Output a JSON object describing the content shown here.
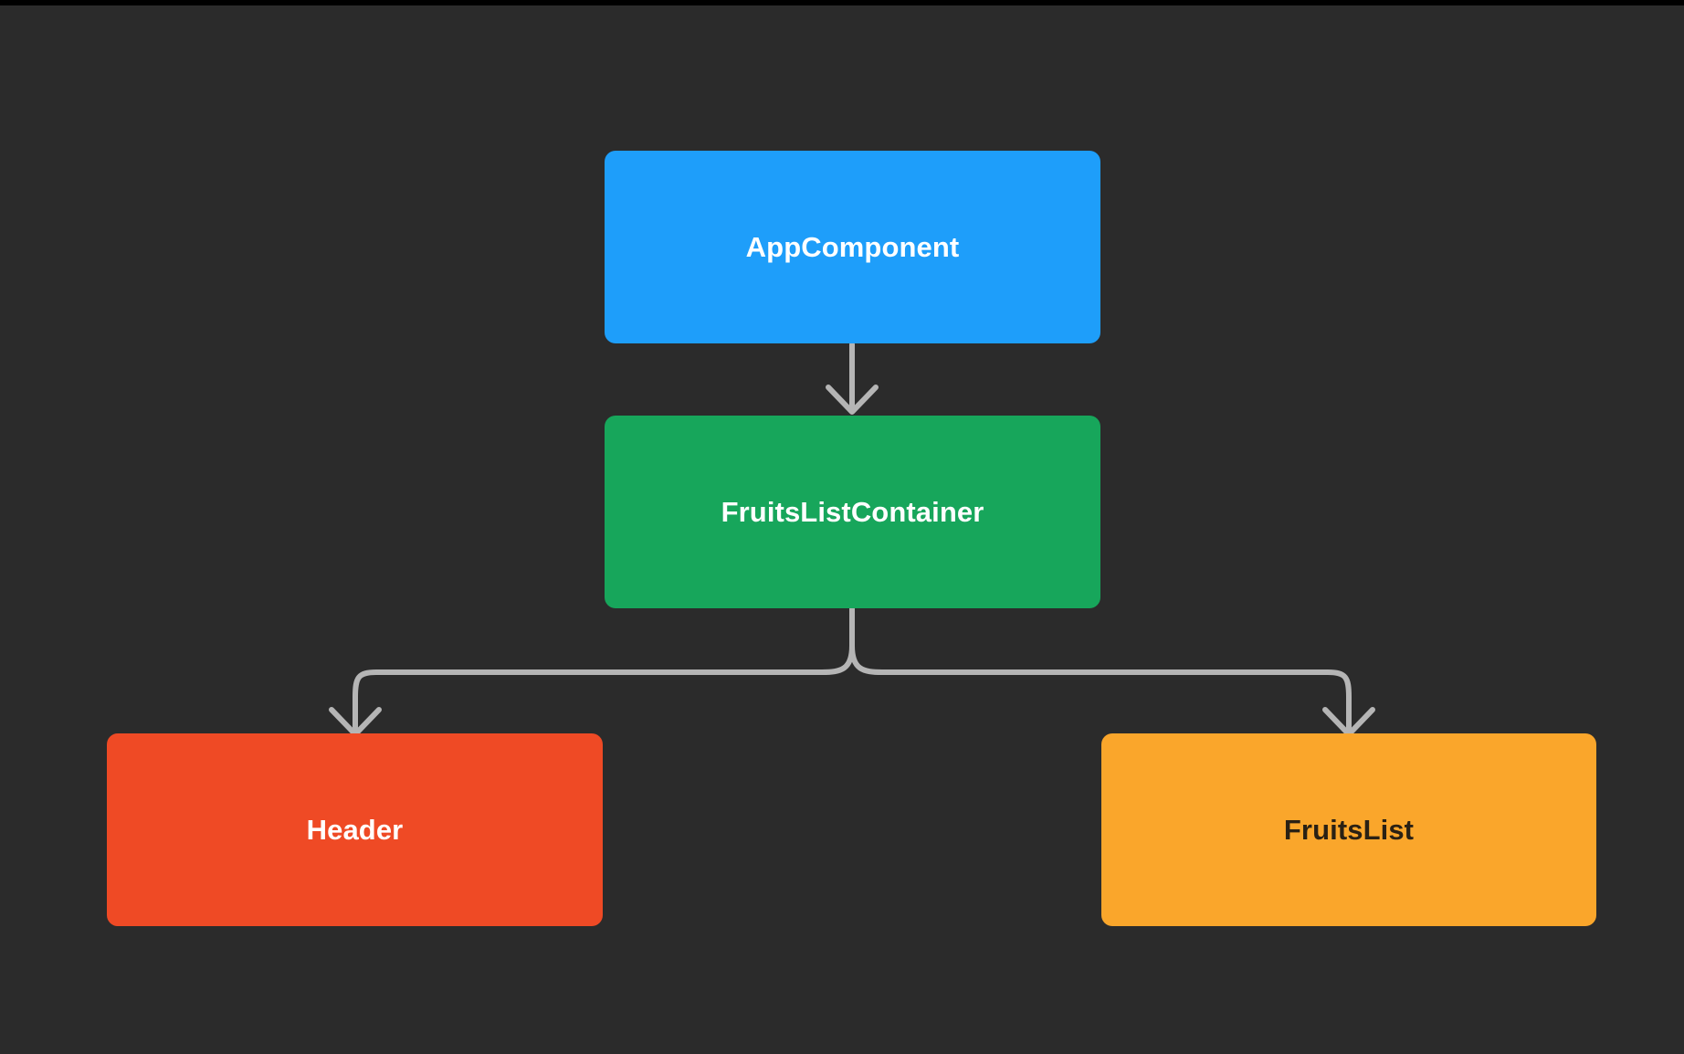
{
  "diagram": {
    "type": "component-tree",
    "title": "",
    "background_color": "#2b2b2b",
    "top_strip_color": "#000000",
    "connector_color": "#b5b5b5",
    "nodes": [
      {
        "id": "app",
        "label": "AppComponent",
        "fill": "#1e9efa",
        "text_color": "#ffffff"
      },
      {
        "id": "container",
        "label": "FruitsListContainer",
        "fill": "#17a65b",
        "text_color": "#ffffff"
      },
      {
        "id": "header",
        "label": "Header",
        "fill": "#ef4a25",
        "text_color": "#ffffff"
      },
      {
        "id": "fruitslist",
        "label": "FruitsList",
        "fill": "#faa62b",
        "text_color": "#2a2114"
      }
    ],
    "edges": [
      {
        "from": "app",
        "to": "container",
        "style": "straight-arrow"
      },
      {
        "from": "container",
        "to": "header",
        "style": "elbow-arrow"
      },
      {
        "from": "container",
        "to": "fruitslist",
        "style": "elbow-arrow"
      }
    ]
  }
}
